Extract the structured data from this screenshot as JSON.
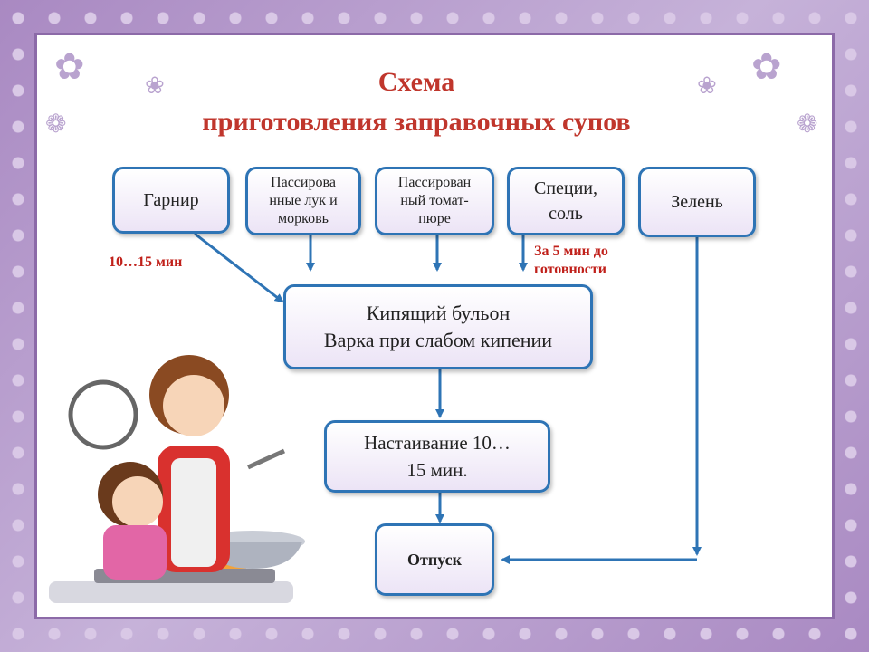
{
  "title": {
    "line1": "Схема",
    "line2": "приготовления заправочных супов"
  },
  "top_boxes": {
    "garnish": "Гарнир",
    "onion_carrot": "Пассирова\nнные лук и\nморковь",
    "tomato": "Пассирован\nный томат-\nпюре",
    "spices": "Специи,\nсоль",
    "greens": "Зелень"
  },
  "notes": {
    "garnish_time": "10…15 мин",
    "spices_time": "За 5 мин до\nготовности"
  },
  "flow": {
    "boiling": "Кипящий бульон\nВарка при слабом кипении",
    "infusing": "Настаивание 10…\n15 мин.",
    "serving": "Отпуск"
  },
  "colors": {
    "title": "#c0362c",
    "box_border": "#2e74b5",
    "arrow": "#2e74b5",
    "note": "#c0201a"
  },
  "icons": [
    "flower-decoration",
    "cooking-mother-daughter-illustration"
  ]
}
